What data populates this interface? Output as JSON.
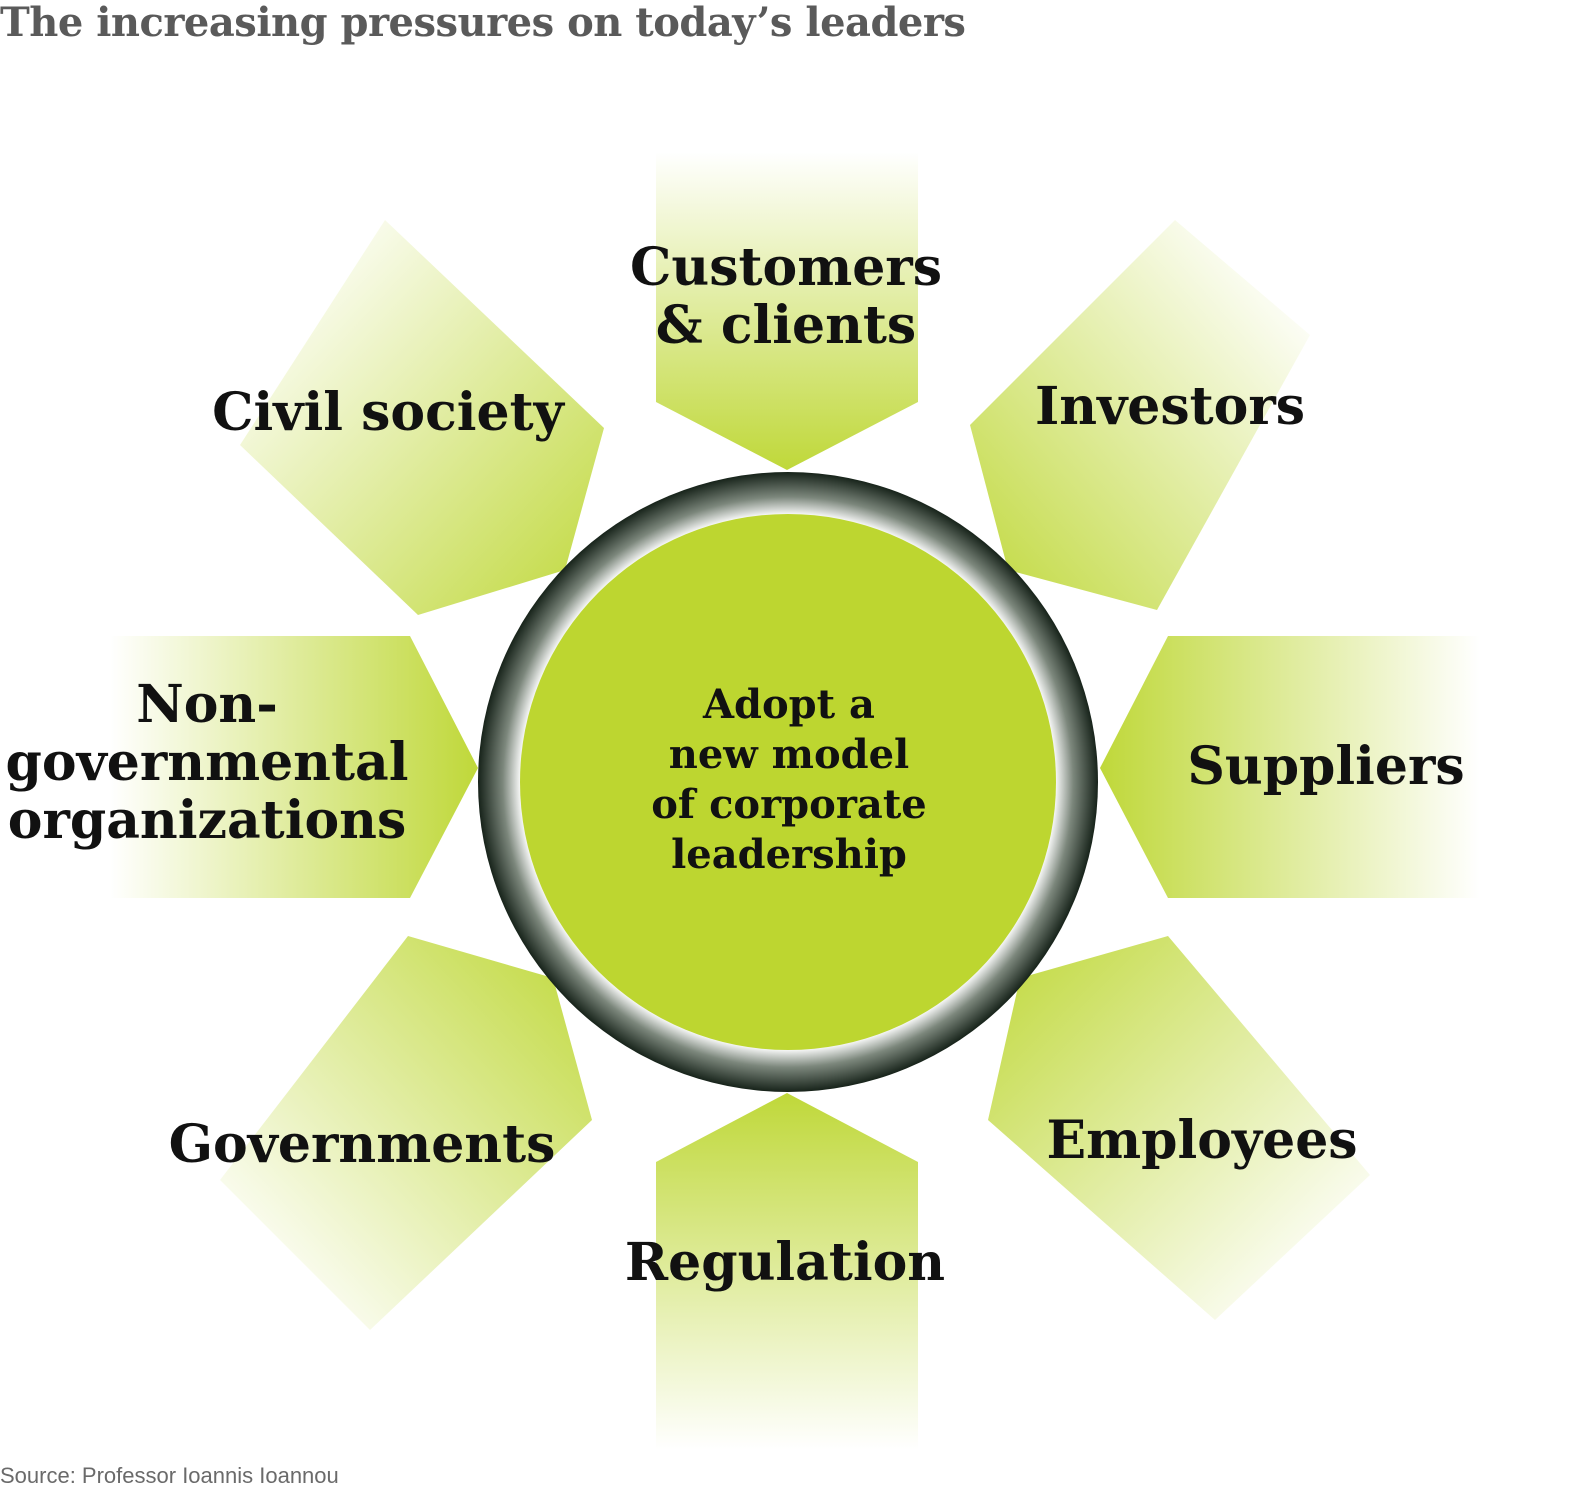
{
  "title": "The increasing pressures on today’s leaders",
  "source": "Source: Professor Ioannis Ioannou",
  "center": {
    "text": "Adopt a\nnew model\nof corporate\nleadership"
  },
  "pressures": [
    {
      "key": "customers",
      "label": "Customers\n& clients"
    },
    {
      "key": "investors",
      "label": "Investors"
    },
    {
      "key": "suppliers",
      "label": "Suppliers"
    },
    {
      "key": "employees",
      "label": "Employees"
    },
    {
      "key": "regulation",
      "label": "Regulation"
    },
    {
      "key": "governments",
      "label": "Governments"
    },
    {
      "key": "ngos",
      "label": "Non-\ngovernmental\norganizations"
    },
    {
      "key": "civil-society",
      "label": "Civil society"
    }
  ],
  "colors": {
    "arrow": "#bcd62f",
    "center_fill": "#bdd630",
    "ring_dark": "#1c2a1c",
    "text": "#111111",
    "title": "#5a5a5a"
  }
}
